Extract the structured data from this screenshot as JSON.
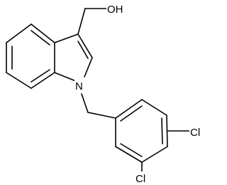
{
  "labels": {
    "hydroxyl": "OH",
    "nitrogen": "N",
    "chlorine_para": "Cl",
    "chlorine_meta": "Cl"
  }
}
